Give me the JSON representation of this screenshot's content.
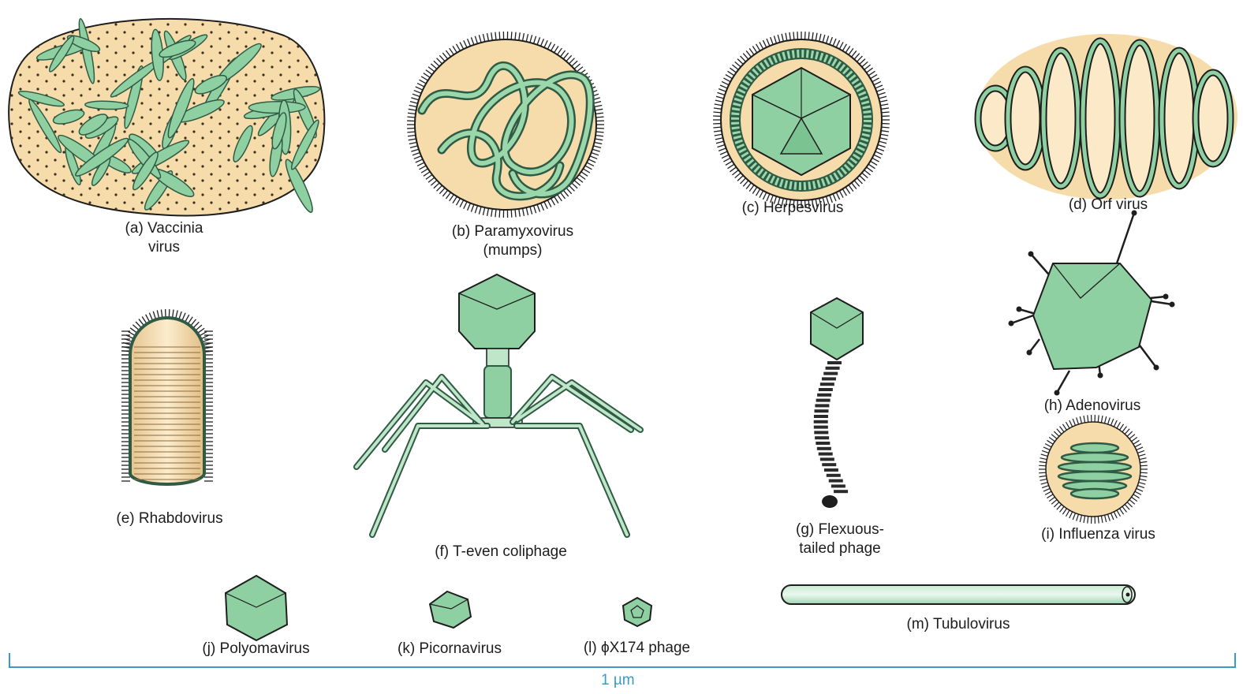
{
  "colors": {
    "green_fill": "#8fd0a2",
    "green_dark": "#2f5a44",
    "tan_fill": "#f7dcab",
    "outline": "#1e1e1e",
    "scale_blue": "#3a9ac8"
  },
  "labels": {
    "a": [
      "(a) Vaccinia",
      "virus"
    ],
    "b": [
      "(b) Paramyxovirus",
      "(mumps)"
    ],
    "c": [
      "(c) Herpesvirus"
    ],
    "d": [
      "(d) Orf virus"
    ],
    "e": [
      "(e) Rhabdovirus"
    ],
    "f": [
      "(f) T-even coliphage"
    ],
    "g": [
      "(g) Flexuous-",
      "tailed phage"
    ],
    "h": [
      "(h) Adenovirus"
    ],
    "i": [
      "(i) Influenza virus"
    ],
    "j": [
      "(j) Polyomavirus"
    ],
    "k": [
      "(k) Picornavirus"
    ],
    "l": [
      "(l) ϕX174 phage"
    ],
    "m": [
      "(m) Tubulovirus"
    ]
  },
  "scale_bar": {
    "label": "1 µm"
  }
}
